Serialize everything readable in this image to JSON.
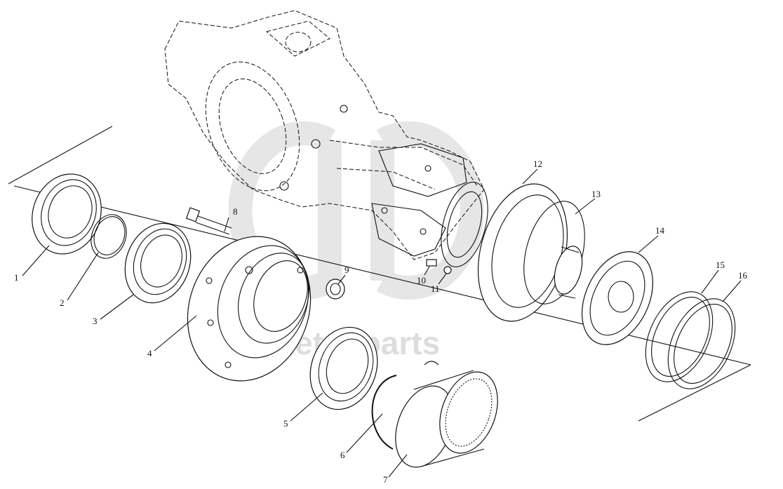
{
  "watermark": "detal-parts",
  "callouts": [
    {
      "id": "callout-1",
      "text": "1"
    },
    {
      "id": "callout-2",
      "text": "2"
    },
    {
      "id": "callout-3",
      "text": "3"
    },
    {
      "id": "callout-4",
      "text": "4"
    },
    {
      "id": "callout-5",
      "text": "5"
    },
    {
      "id": "callout-6",
      "text": "6"
    },
    {
      "id": "callout-7",
      "text": "7"
    },
    {
      "id": "callout-8",
      "text": "8"
    },
    {
      "id": "callout-9",
      "text": "9"
    },
    {
      "id": "callout-10",
      "text": "10"
    },
    {
      "id": "callout-11",
      "text": "11"
    },
    {
      "id": "callout-12",
      "text": "12"
    },
    {
      "id": "callout-13",
      "text": "13"
    },
    {
      "id": "callout-14",
      "text": "14"
    },
    {
      "id": "callout-15",
      "text": "15"
    },
    {
      "id": "callout-16",
      "text": "16"
    }
  ]
}
